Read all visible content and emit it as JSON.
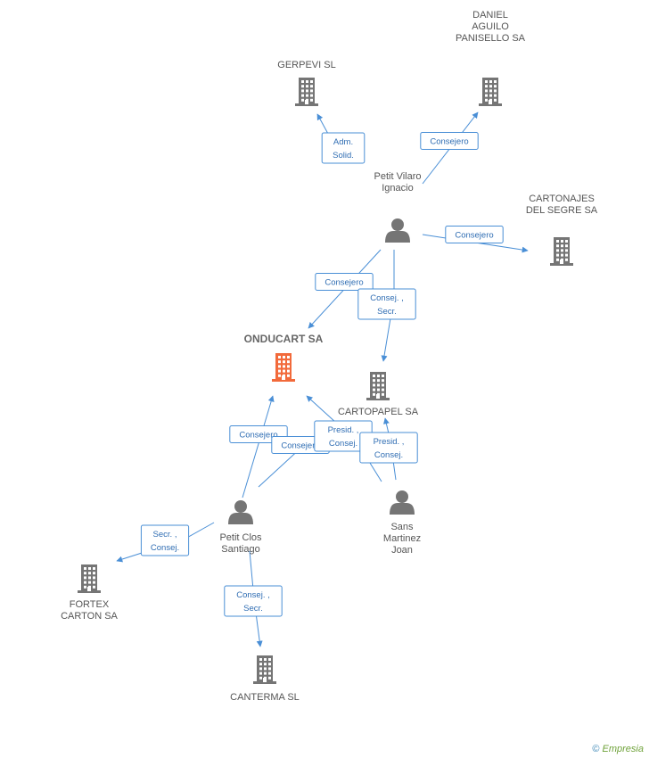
{
  "colors": {
    "company": "#757575",
    "main_company": "#f26a3b",
    "person": "#757575",
    "edge": "#4a8fd6"
  },
  "nodes": [
    {
      "id": "onducart",
      "type": "company",
      "main": true,
      "label": [
        "ONDUCART SA"
      ]
    },
    {
      "id": "gerpevi",
      "type": "company",
      "label": [
        "GERPEVI SL"
      ]
    },
    {
      "id": "daniel",
      "type": "company",
      "label": [
        "DANIEL",
        "AGUILO",
        "PANISELLO SA"
      ]
    },
    {
      "id": "petitvilaro",
      "type": "person",
      "label": [
        "Petit Vilaro",
        "Ignacio"
      ]
    },
    {
      "id": "cartonajes",
      "type": "company",
      "label": [
        "CARTONAJES",
        "DEL SEGRE SA"
      ]
    },
    {
      "id": "cartopapel",
      "type": "company",
      "label": [
        "CARTOPAPEL SA"
      ]
    },
    {
      "id": "sans",
      "type": "person",
      "label": [
        "Sans",
        "Martinez",
        "Joan"
      ]
    },
    {
      "id": "petitclos",
      "type": "person",
      "label": [
        "Petit Clos",
        "Santiago"
      ]
    },
    {
      "id": "fortex",
      "type": "company",
      "label": [
        "FORTEX",
        "CARTON SA"
      ]
    },
    {
      "id": "canterma",
      "type": "company",
      "label": [
        "CANTERMA SL"
      ]
    }
  ],
  "edges": [
    {
      "from": "petitvilaro",
      "to": "gerpevi",
      "label": [
        "Adm.",
        "Solid."
      ]
    },
    {
      "from": "petitvilaro",
      "to": "daniel",
      "label": [
        "Consejero"
      ]
    },
    {
      "from": "petitvilaro",
      "to": "cartonajes",
      "label": [
        "Consejero"
      ]
    },
    {
      "from": "petitvilaro",
      "to": "onducart",
      "label": [
        "Consejero"
      ]
    },
    {
      "from": "petitvilaro",
      "to": "cartopapel",
      "label": [
        "Consej. ,",
        "Secr."
      ]
    },
    {
      "from": "petitclos",
      "to": "onducart",
      "label": [
        "Consejero"
      ]
    },
    {
      "from": "petitclos",
      "to": "cartopapel",
      "label": [
        "Consejero"
      ]
    },
    {
      "from": "sans",
      "to": "onducart",
      "label": [
        "Presid. ,",
        "Consej."
      ]
    },
    {
      "from": "sans",
      "to": "cartopapel",
      "label": [
        "Presid. ,",
        "Consej."
      ]
    },
    {
      "from": "petitclos",
      "to": "fortex",
      "label": [
        "Secr. ,",
        "Consej."
      ]
    },
    {
      "from": "petitclos",
      "to": "canterma",
      "label": [
        "Consej. ,",
        "Secr."
      ]
    }
  ],
  "watermark": {
    "copyright": "©",
    "brand": "Empresia"
  }
}
